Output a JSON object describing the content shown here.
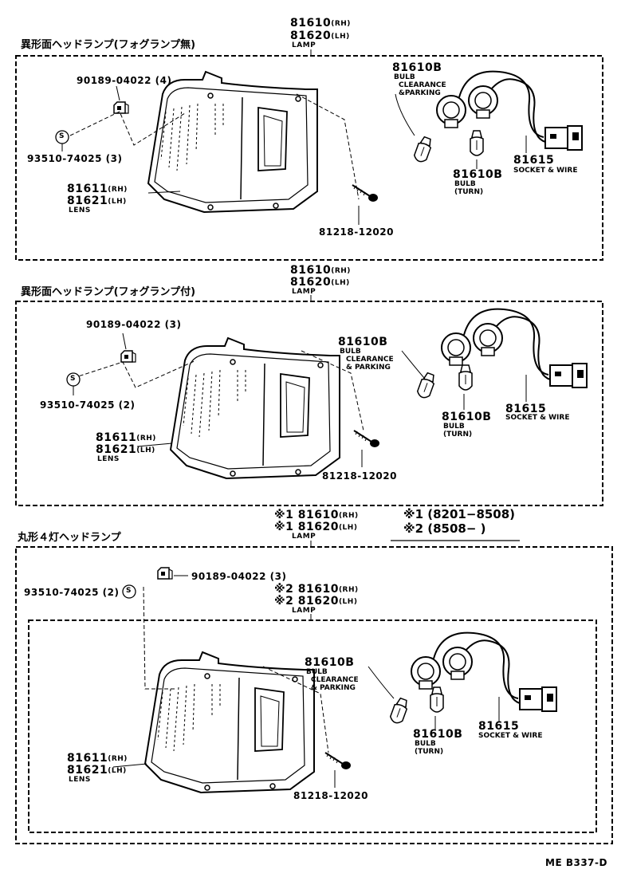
{
  "sections": [
    {
      "title": "異形面ヘッドランプ(フォグランプ無)",
      "lamp": {
        "rh": "81610",
        "rh_tag": "(RH)",
        "lh": "81620",
        "lh_tag": "(LH)",
        "name": "LAMP"
      },
      "clip": "90189-04022 (4)",
      "screw_s": "93510-74025 (3)",
      "lens": {
        "rh": "81611",
        "rh_tag": "(RH)",
        "lh": "81621",
        "lh_tag": "(LH)",
        "name": "LENS"
      },
      "screw": "81218-12020",
      "bulb_clearance": {
        "pn": "81610B",
        "l1": "BULB",
        "l2": "CLEARANCE",
        "l3": "&PARKING"
      },
      "bulb_turn": {
        "pn": "81610B",
        "l1": "BULB",
        "l2": "(TURN)"
      },
      "socket": {
        "pn": "81615",
        "name": "SOCKET & WIRE"
      }
    },
    {
      "title": "異形面ヘッドランプ(フォグランプ付)",
      "lamp": {
        "rh": "81610",
        "rh_tag": "(RH)",
        "lh": "81620",
        "lh_tag": "(LH)",
        "name": "LAMP"
      },
      "clip": "90189-04022 (3)",
      "screw_s": "93510-74025 (2)",
      "lens": {
        "rh": "81611",
        "rh_tag": "(RH)",
        "lh": "81621",
        "lh_tag": "(LH)",
        "name": "LENS"
      },
      "screw": "81218-12020",
      "bulb_clearance": {
        "pn": "81610B",
        "l1": "BULB",
        "l2": "CLEARANCE",
        "l3": "& PARKING"
      },
      "bulb_turn": {
        "pn": "81610B",
        "l1": "BULB",
        "l2": "(TURN)"
      },
      "socket": {
        "pn": "81615",
        "name": "SOCKET & WIRE"
      }
    },
    {
      "title": "丸形４灯ヘッドランプ",
      "lamp": {
        "rh": "※1 81610",
        "rh_tag": "(RH)",
        "lh": "※1 81620",
        "lh_tag": "(LH)",
        "name": "LAMP"
      },
      "lamp2": {
        "rh": "※2 81610",
        "rh_tag": "(RH)",
        "lh": "※2 81620",
        "lh_tag": "(LH)",
        "name": "LAMP"
      },
      "clip": "90189-04022 (3)",
      "screw_s": "93510-74025 (2)",
      "lens": {
        "rh": "81611",
        "rh_tag": "(RH)",
        "lh": "81621",
        "lh_tag": "(LH)",
        "name": "LENS"
      },
      "screw": "81218-12020",
      "bulb_clearance": {
        "pn": "81610B",
        "l1": "BULB",
        "l2": "CLEARANCE",
        "l3": "& PARKING"
      },
      "bulb_turn": {
        "pn": "81610B",
        "l1": "BULB",
        "l2": "(TURN)"
      },
      "socket": {
        "pn": "81615",
        "name": "SOCKET & WIRE"
      }
    }
  ],
  "legend": {
    "m1": "※1",
    "r1": "(8201−8508)",
    "m2": "※2",
    "r2": "(8508−        )"
  },
  "s_mark": "S",
  "code": "ME B337-D"
}
